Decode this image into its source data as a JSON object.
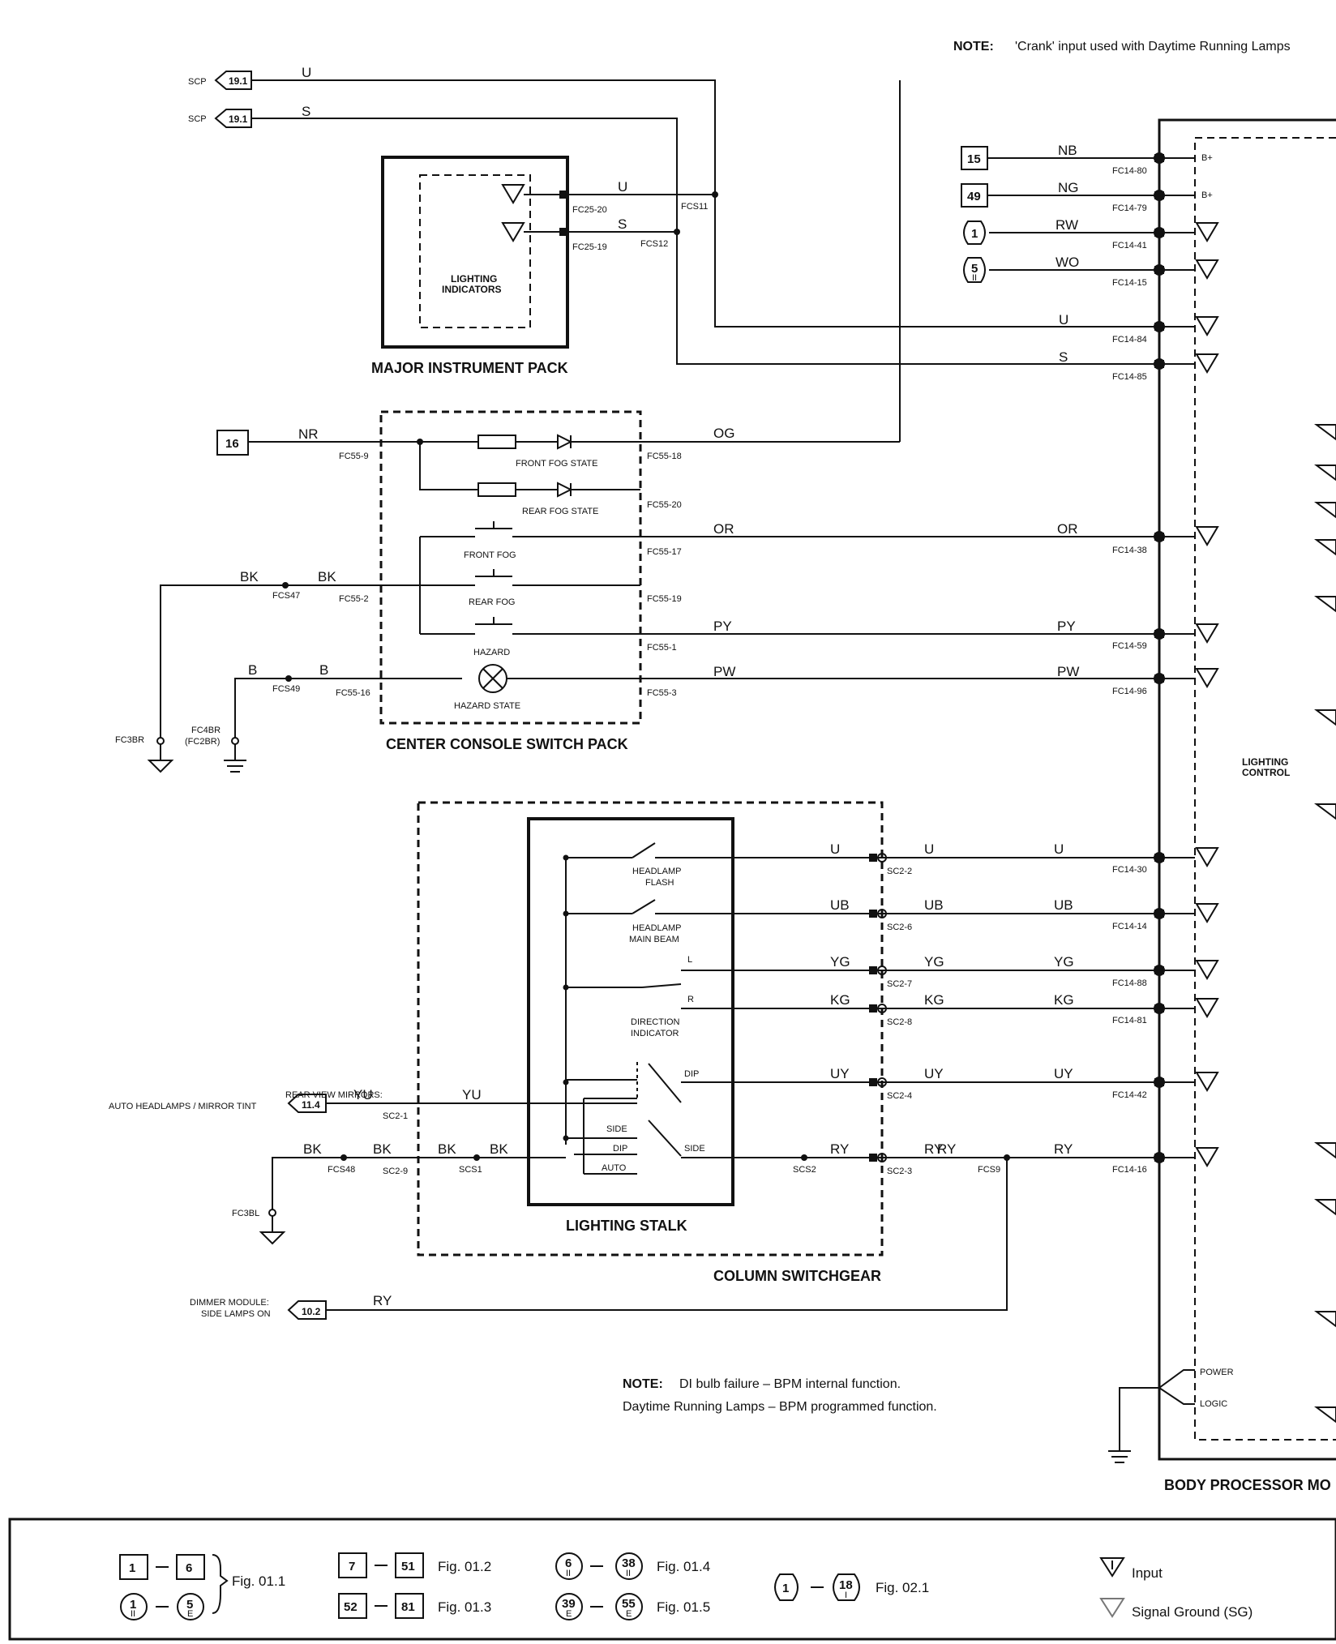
{
  "notes": {
    "top_label": "NOTE:",
    "top_text": "'Crank' input used with Daytime Running Lamps",
    "bottom_label": "NOTE:",
    "bottom_line1": "DI bulb failure – BPM internal function.",
    "bottom_line2": "Daytime Running Lamps – BPM programmed function."
  },
  "components": {
    "instrument_pack": "MAJOR INSTRUMENT PACK",
    "lighting_indicators_1": "LIGHTING",
    "lighting_indicators_2": "INDICATORS",
    "console_pack": "CENTER CONSOLE SWITCH PACK",
    "lighting_stalk": "LIGHTING STALK",
    "column_switchgear": "COLUMN SWITCHGEAR",
    "bpm": "BODY PROCESSOR MO",
    "lighting_control_1": "LIGHTING",
    "lighting_control_2": "CONTROL",
    "power": "POWER",
    "logic": "LOGIC"
  },
  "switches": {
    "front_fog_state": "FRONT FOG STATE",
    "rear_fog_state": "REAR FOG STATE",
    "front_fog": "FRONT FOG",
    "rear_fog": "REAR FOG",
    "hazard": "HAZARD",
    "hazard_state": "HAZARD STATE",
    "headlamp_flash_1": "HEADLAMP",
    "headlamp_flash_2": "FLASH",
    "headlamp_main_1": "HEADLAMP",
    "headlamp_main_2": "MAIN BEAM",
    "direction_1": "DIRECTION",
    "direction_2": "INDICATOR",
    "l": "L",
    "r": "R",
    "dip": "DIP",
    "side": "SIDE",
    "side_pos": "SIDE",
    "dip_pos": "DIP",
    "auto_pos": "AUTO"
  },
  "external": {
    "scp1": "SCP",
    "scp1_ref": "19.1",
    "scp2": "SCP",
    "scp2_ref": "19.1",
    "mirror_1": "REAR VIEW MIRRORS:",
    "mirror_2": "AUTO HEADLAMPS / MIRROR TINT",
    "mirror_ref": "11.4",
    "dimmer_1": "DIMMER MODULE:",
    "dimmer_2": "SIDE LAMPS ON",
    "dimmer_ref": "10.2",
    "pin15": "15",
    "pin49": "49",
    "pin16": "16",
    "c1": "1",
    "c5": "5",
    "c5_sub": "II"
  },
  "wires": {
    "u1": "U",
    "s1": "S",
    "u2": "U",
    "s2": "S",
    "u3": "U",
    "s3": "S",
    "nb": "NB",
    "ng": "NG",
    "rw": "RW",
    "wo": "WO",
    "nr": "NR",
    "og": "OG",
    "or1": "OR",
    "or2": "OR",
    "bk1": "BK",
    "bk2": "BK",
    "py1": "PY",
    "py2": "PY",
    "b1": "B",
    "b2": "B",
    "pw1": "PW",
    "pw2": "PW",
    "su1": "U",
    "su2": "U",
    "su3": "U",
    "ub1": "UB",
    "ub2": "UB",
    "ub3": "UB",
    "yg1": "YG",
    "yg2": "YG",
    "yg3": "YG",
    "kg1": "KG",
    "kg2": "KG",
    "kg3": "KG",
    "uy1": "UY",
    "uy2": "UY",
    "uy3": "UY",
    "yu1": "YU",
    "yu2": "YU",
    "bk3": "BK",
    "bk4": "BK",
    "bk5": "BK",
    "bk6": "BK",
    "ry1": "RY",
    "ry2": "RY",
    "ry3": "RY",
    "ry4": "RY",
    "ry5": "RY"
  },
  "connectors": {
    "fc25_20": "FC25-20",
    "fc25_19": "FC25-19",
    "fcs11": "FCS11",
    "fcs12": "FCS12",
    "fc14_80": "FC14-80",
    "fc14_79": "FC14-79",
    "fc14_41": "FC14-41",
    "fc14_15": "FC14-15",
    "fc14_84": "FC14-84",
    "fc14_85": "FC14-85",
    "fc55_9": "FC55-9",
    "fc55_18": "FC55-18",
    "fc55_20": "FC55-20",
    "fc55_17": "FC55-17",
    "fc55_2": "FC55-2",
    "fc55_19": "FC55-19",
    "fc55_1": "FC55-1",
    "fc55_16": "FC55-16",
    "fc55_3": "FC55-3",
    "fcs47": "FCS47",
    "fcs49": "FCS49",
    "fc14_38": "FC14-38",
    "fc14_59": "FC14-59",
    "fc14_96": "FC14-96",
    "fc3br": "FC3BR",
    "fc4br_1": "FC4BR",
    "fc4br_2": "(FC2BR)",
    "sc2_2": "SC2-2",
    "sc2_6": "SC2-6",
    "sc2_7": "SC2-7",
    "sc2_8": "SC2-8",
    "sc2_4": "SC2-4",
    "sc2_3": "SC2-3",
    "sc2_1": "SC2-1",
    "sc2_9": "SC2-9",
    "fcs48": "FCS48",
    "scs1": "SCS1",
    "scs2": "SCS2",
    "fcs9": "FCS9",
    "fc3bl": "FC3BL",
    "fc14_30": "FC14-30",
    "fc14_14": "FC14-14",
    "fc14_88": "FC14-88",
    "fc14_81": "FC14-81",
    "fc14_42": "FC14-42",
    "fc14_16": "FC14-16",
    "bplus1": "B+",
    "bplus2": "B+"
  },
  "legend": {
    "a1": "1",
    "a2": "6",
    "b1": "1",
    "b1s": "II",
    "b2": "5",
    "b2s": "E",
    "fig011": "Fig. 01.1",
    "c1": "7",
    "c2": "51",
    "fig012": "Fig. 01.2",
    "d1": "52",
    "d2": "81",
    "fig013": "Fig. 01.3",
    "e1": "6",
    "e1s": "II",
    "e2": "38",
    "e2s": "II",
    "fig014": "Fig. 01.4",
    "f1": "39",
    "f1s": "E",
    "f2": "55",
    "f2s": "E",
    "fig015": "Fig. 01.5",
    "g1": "1",
    "g2": "18",
    "g2s": "I",
    "fig021": "Fig. 02.1",
    "input": "Input",
    "signal_ground": "Signal Ground (SG)"
  }
}
